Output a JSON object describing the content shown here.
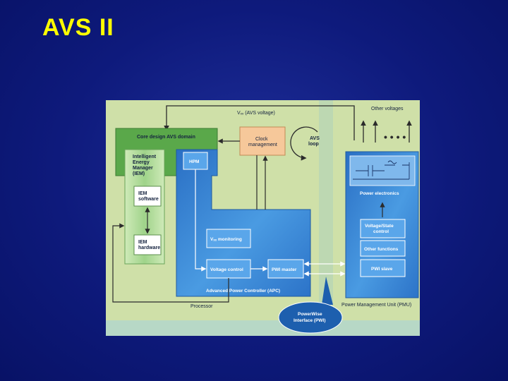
{
  "slide": {
    "title": "AVS II"
  },
  "diagram": {
    "labels": {
      "vdd_line": "Vₓₓ (AVS voltage)",
      "other_voltages": "Other voltages",
      "core_domain": "Core design AVS domain",
      "iem": [
        "Intelligent",
        "Energy",
        "Manager",
        "(IEM)"
      ],
      "iem_software": [
        "IEM",
        "software"
      ],
      "iem_hardware": [
        "IEM",
        "hardware"
      ],
      "hpm": "HPM",
      "clock_mgmt": [
        "Clock",
        "management"
      ],
      "avs_loop": [
        "AVS",
        "loop"
      ],
      "vdd_monitoring": "Vₓₓ monitoring",
      "voltage_control": "Voltage control",
      "pwi_master": "PWI master",
      "apc": "Advanced Power Controller (APC)",
      "processor": "Processor",
      "power_electronics": "Power electronics",
      "voltage_state": [
        "Voltage/State",
        "control"
      ],
      "other_functions": "Other functions",
      "pwi_slave": "PWI slave",
      "pmu": "Power Management Unit (PMU)",
      "powerwise": [
        "PowerWise",
        "Interface (PWI)"
      ]
    },
    "colors": {
      "background_panel": "#cfe0a8",
      "core_domain": "#5aa84a",
      "iem_column": "#bfe0a8",
      "apc_blue": "#3f8fd8",
      "clock_orange": "#f6c89a",
      "pwi_bubble": "#1d5fae"
    }
  }
}
